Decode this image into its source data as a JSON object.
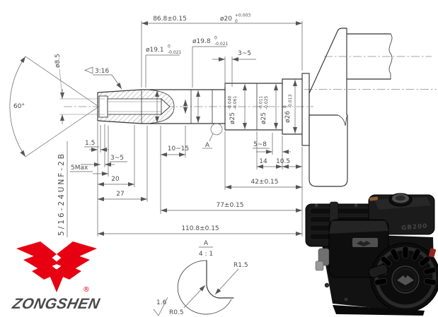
{
  "drawing": {
    "dims": {
      "overall_top": "86.8±0.15",
      "dia20": {
        "base": "ø20",
        "sup": "+0.003",
        "sub": "0"
      },
      "dia19_8": {
        "base": "ø19.8",
        "sup": "0",
        "sub": "-0.021"
      },
      "dia19_1": {
        "base": "ø19.1",
        "sup": "0",
        "sub": "-0.021"
      },
      "groove_top": "3~5",
      "taper": "3:16",
      "angle": "60°",
      "dia8_5": "ø8.5",
      "thread": "5/16-24UNF-2B",
      "depth_1_5": "1.5",
      "depth_3_5": "3~5",
      "depth_5max": "5Max",
      "len_20": "20",
      "len_27": "27",
      "len_10_15": "10~15",
      "dia25_a": {
        "base": "ø25",
        "sup": "-0.040",
        "sub": "-0.061"
      },
      "dia25_b": {
        "base": "ø25",
        "sup": "-0.011",
        "sub": "-0.025"
      },
      "dia26": {
        "base": "ø26",
        "sup": "0",
        "sub": "-0.013"
      },
      "len_5_8": "5~8",
      "len_14": "14",
      "len_10_5": "10.5",
      "len_42": "42±0.15",
      "len_77": "77±0.15",
      "len_110_8": "110.8±0.15"
    },
    "detail": {
      "marker": "A",
      "label": "A",
      "scale": "4 : 1",
      "radius_fillet": "R1.5",
      "radius_small": "R0.5",
      "finish": "1.6"
    }
  },
  "logo": {
    "brand": "ZONGSHEN",
    "registered": "®",
    "color": "#e60012"
  },
  "engine": {
    "model": "GB200"
  }
}
